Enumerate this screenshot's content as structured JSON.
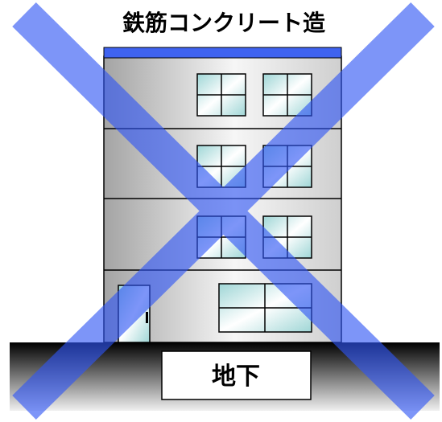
{
  "title": "鉄筋コンクリート造",
  "basement_label": "地下",
  "building": {
    "floors": 4,
    "material": "reinforced-concrete"
  },
  "overlay": {
    "mark": "cross",
    "color": "#4a6cf7"
  },
  "colors": {
    "roof": "#3f63f0",
    "wall_light": "#f3f3f3",
    "wall_dark": "#a9a9a9",
    "window_glass": "#bfe6e6",
    "ground_dark": "#000000",
    "ground_light": "#ededed"
  }
}
